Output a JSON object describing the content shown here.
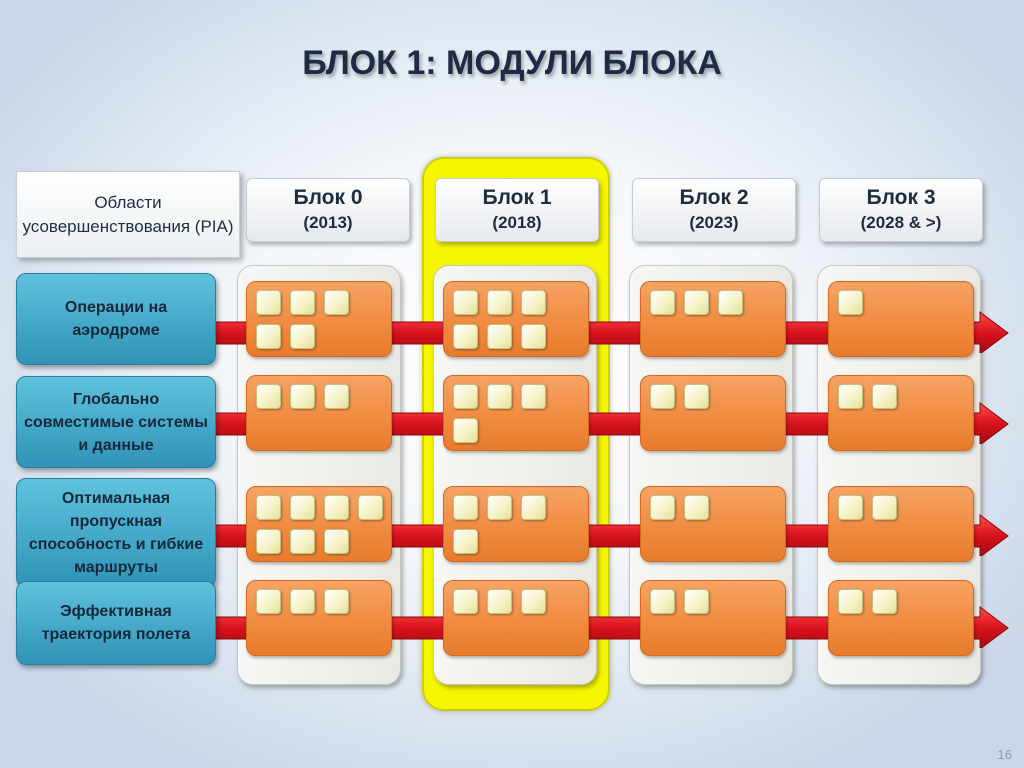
{
  "title": "БЛОК 1: МОДУЛИ БЛОКА",
  "pia_label": "Области усовершенствования (PIA)",
  "blocks": [
    {
      "name": "Блок 0",
      "year": "(2013)"
    },
    {
      "name": "Блок 1",
      "year": "(2018)"
    },
    {
      "name": "Блок 2",
      "year": "(2023)"
    },
    {
      "name": "Блок 3",
      "year": "(2028 & >)"
    }
  ],
  "highlighted_block": 1,
  "rows": [
    {
      "label": "Операции на аэродроме"
    },
    {
      "label": "Глобально совместимые системы и данные"
    },
    {
      "label": "Оптимальная пропускная способность и гибкие маршруты"
    },
    {
      "label": "Эффективная траектория полета"
    }
  ],
  "module_counts": [
    [
      5,
      6,
      3,
      1
    ],
    [
      3,
      4,
      2,
      2
    ],
    [
      7,
      4,
      2,
      2
    ],
    [
      3,
      3,
      2,
      2
    ]
  ],
  "colors": {
    "highlight": "#f6f600",
    "row_label": "#3aa6c8",
    "cell": "#f08a3e",
    "arrow": "#d8121c"
  },
  "page_number": "16"
}
